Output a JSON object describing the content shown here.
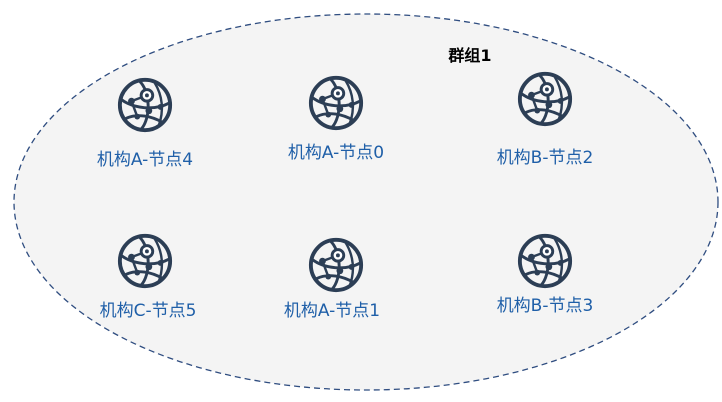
{
  "group": {
    "label": "群组1",
    "fill_color": "#f4f4f4",
    "border_color": "#2f4d80"
  },
  "icon_color": "#2c3e55",
  "label_color": "#1f5fa8",
  "nodes": [
    {
      "label": "机构A-节点4",
      "icon": "network-globe-icon"
    },
    {
      "label": "机构A-节点0",
      "icon": "network-globe-icon"
    },
    {
      "label": "机构B-节点2",
      "icon": "network-globe-icon"
    },
    {
      "label": "机构C-节点5",
      "icon": "network-globe-icon"
    },
    {
      "label": "机构A-节点1",
      "icon": "network-globe-icon"
    },
    {
      "label": "机构B-节点3",
      "icon": "network-globe-icon"
    }
  ]
}
